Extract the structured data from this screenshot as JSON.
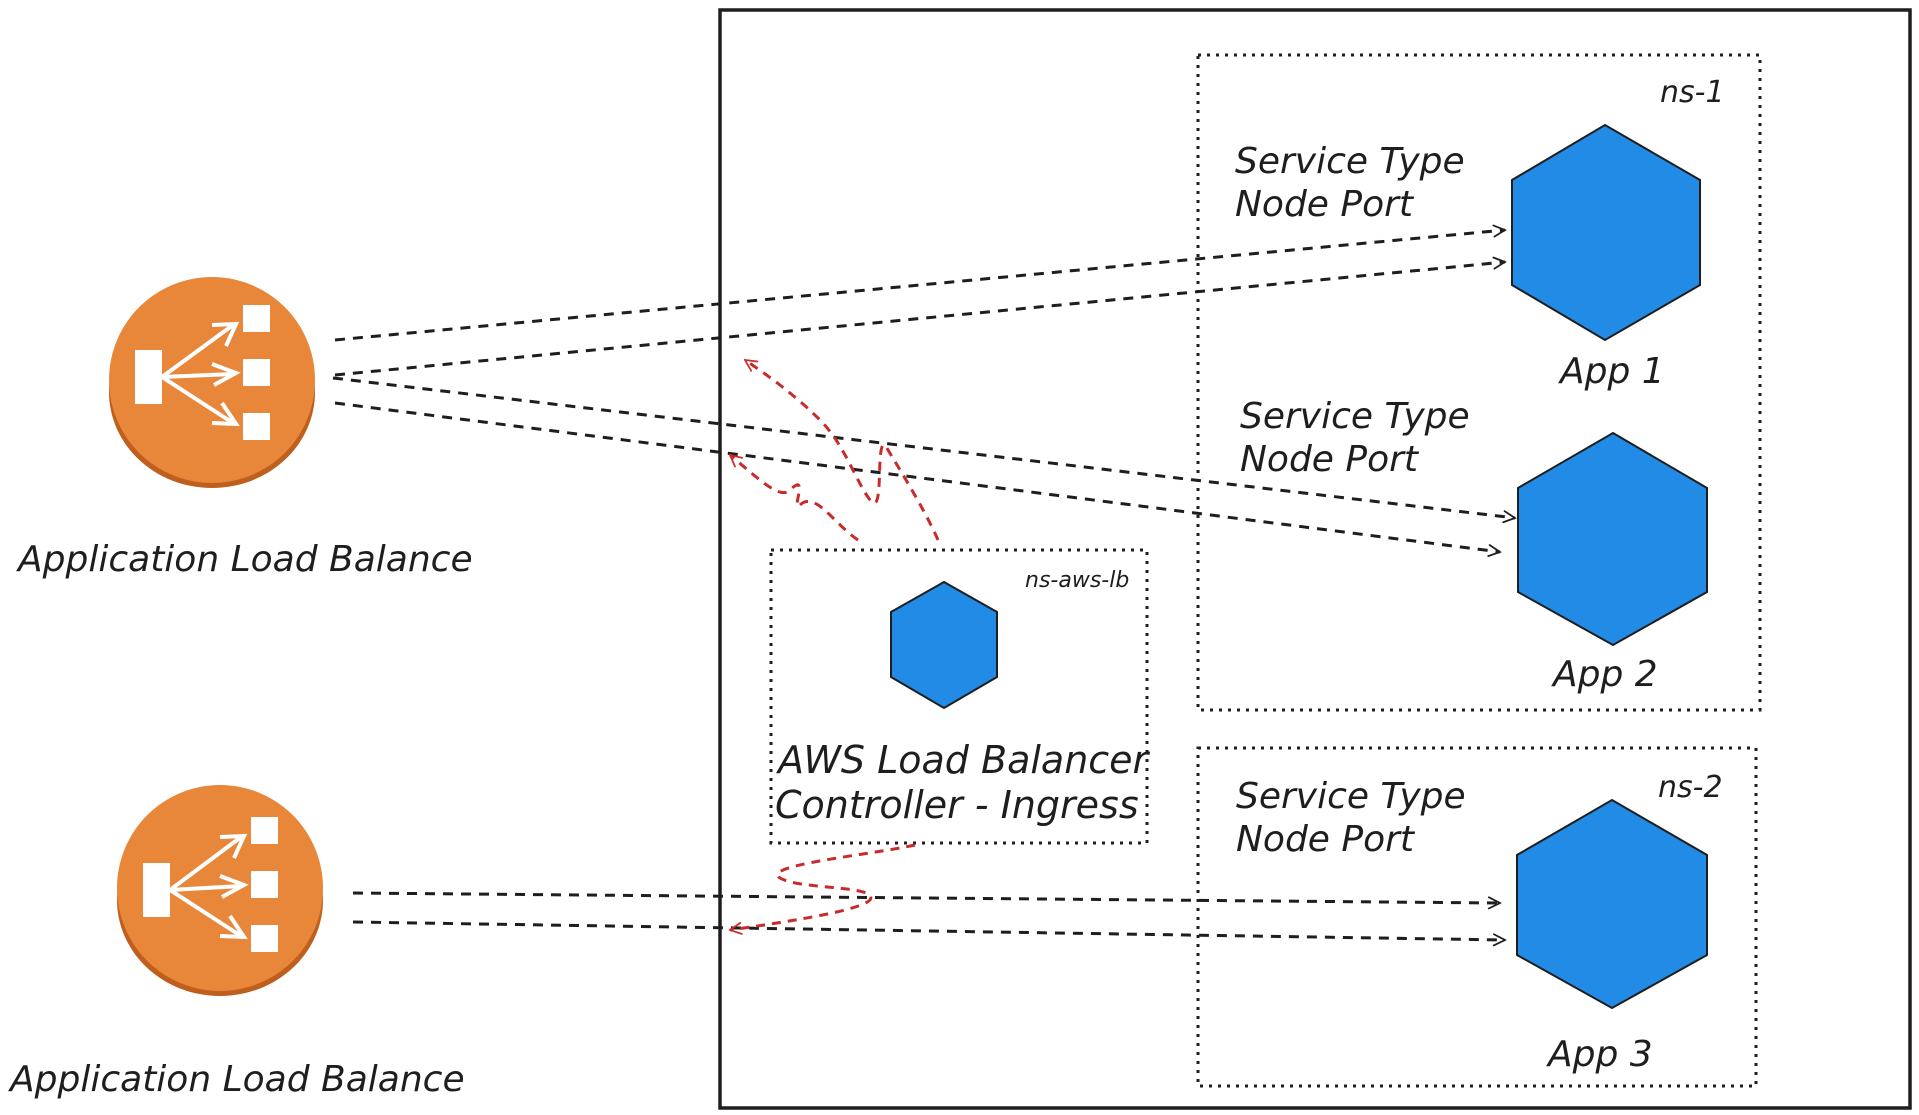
{
  "colors": {
    "hexagon_fill": "#228be6",
    "alb_fill": "#e8873a",
    "alb_shadow": "#bf5f1d",
    "line": "#1e1e1e",
    "red_flow": "#c92a2a"
  },
  "icons": [
    "application-load-balancer-icon",
    "kubernetes-pod-hexagon-icon",
    "arrow-head-icon"
  ],
  "load_balancers": [
    {
      "label": "Application Load Balance"
    },
    {
      "label": "Application Load Balance"
    }
  ],
  "namespaces": {
    "ns1": {
      "label": "ns-1"
    },
    "ns2": {
      "label": "ns-2"
    },
    "ns_aws": {
      "label": "ns-aws-lb"
    }
  },
  "services": [
    {
      "line1": "Service Type",
      "line2": "Node Port"
    },
    {
      "line1": "Service Type",
      "line2": "Node Port"
    },
    {
      "line1": "Service Type",
      "line2": "Node Port"
    }
  ],
  "apps": [
    {
      "label": "App 1"
    },
    {
      "label": "App 2"
    },
    {
      "label": "App 3"
    }
  ],
  "controller": {
    "line1": "AWS Load Balancer",
    "line2": "Controller - Ingress"
  }
}
